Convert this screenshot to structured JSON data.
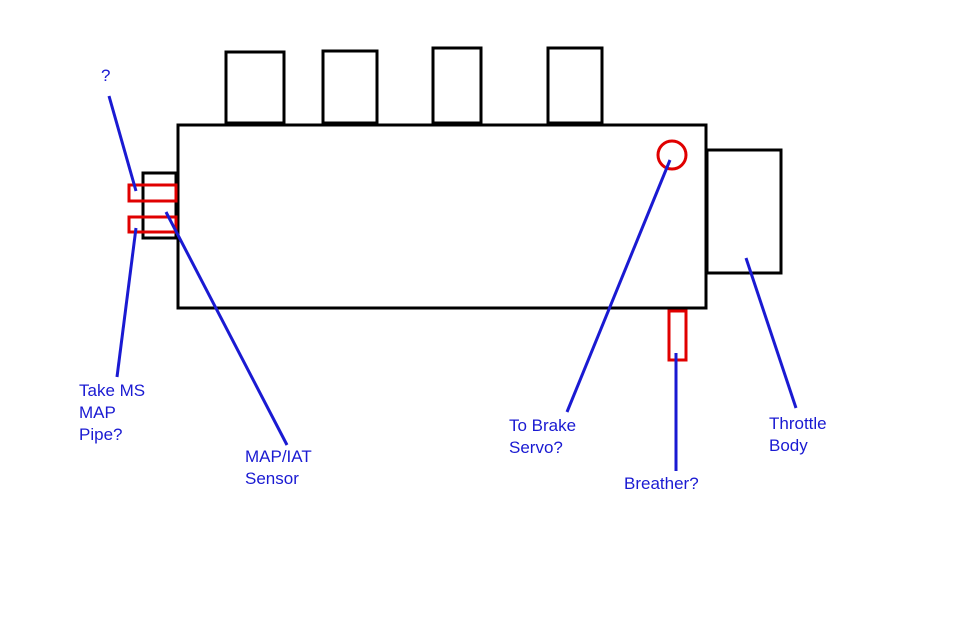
{
  "diagram": {
    "colors": {
      "outline": "#000000",
      "highlight": "#e00000",
      "annotation": "#1a1ad2",
      "background": "#ffffff"
    },
    "labels": {
      "unknown_port": "?",
      "take_ms_map_pipe": "Take MS\nMAP\nPipe?",
      "map_iat_sensor": "MAP/IAT\nSensor",
      "to_brake_servo": "To Brake\nServo?",
      "breather": "Breather?",
      "throttle_body": "Throttle\nBody"
    }
  }
}
